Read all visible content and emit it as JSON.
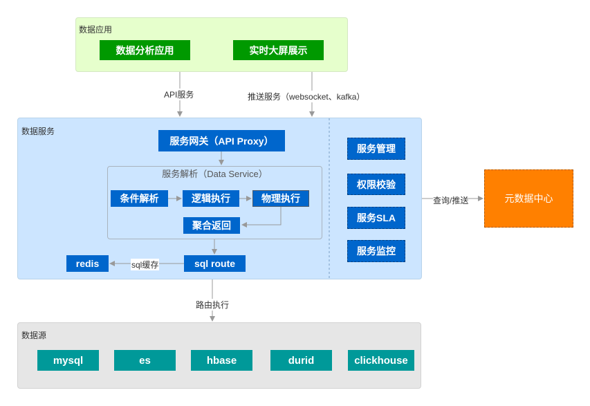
{
  "app_layer": {
    "title": "数据应用",
    "boxes": [
      "数据分析应用",
      "实时大屏展示"
    ],
    "edge_api": "API服务",
    "edge_push": "推送服务（websocket、kafka）"
  },
  "service_layer": {
    "title": "数据服务",
    "gateway": "服务网关（API Proxy）",
    "parse": {
      "title": "服务解析（Data Service）",
      "steps": [
        "条件解析",
        "逻辑执行",
        "物理执行"
      ],
      "aggregate": "聚合返回"
    },
    "sql_route": "sql route",
    "redis": "redis",
    "cache_label": "sql缓存",
    "side": [
      "服务管理",
      "权限校验",
      "服务SLA",
      "服务监控"
    ]
  },
  "meta_center": {
    "label": "元数据中心",
    "edge": "查询/推送"
  },
  "source_layer": {
    "title": "数据源",
    "edge": "路由执行",
    "sources": [
      "mysql",
      "es",
      "hbase",
      "durid",
      "clickhouse"
    ]
  }
}
